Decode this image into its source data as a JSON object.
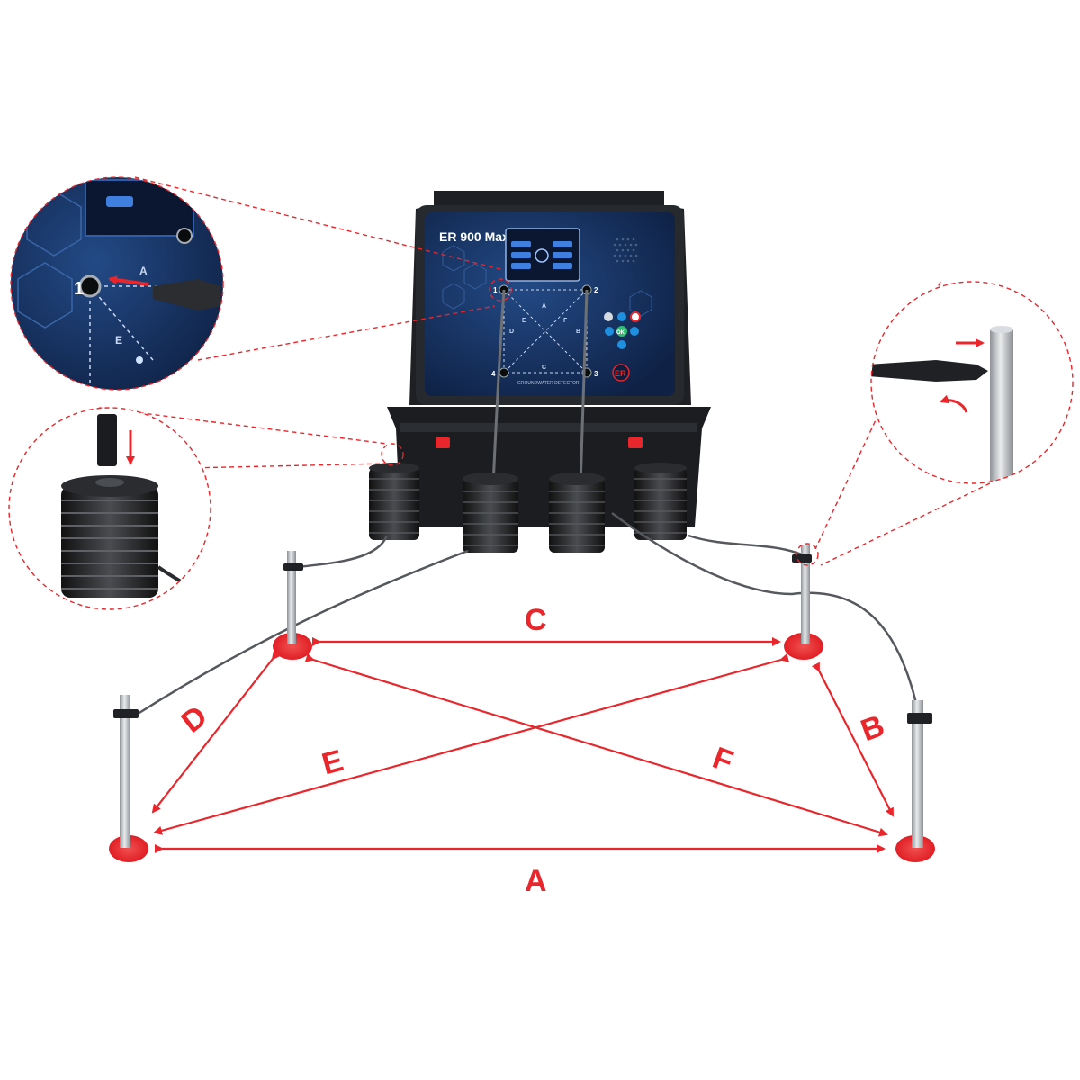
{
  "device": {
    "brand_logo": "ER 900 Max",
    "panel_caption": "GROUNDWATER DETECTOR",
    "brand_badge": "ER",
    "panel_labels": {
      "socket_1": "1",
      "socket_2": "2",
      "socket_3": "3",
      "socket_4": "4",
      "line_a": "A",
      "line_b": "B",
      "line_c": "C",
      "line_d": "D",
      "line_e": "E",
      "line_f": "F"
    },
    "screen_menu": [
      "",
      "",
      "",
      "",
      "",
      ""
    ],
    "keypad_center": "OK"
  },
  "callouts": {
    "panel_zoom": {
      "socket_label": "1",
      "line_label_a": "A",
      "line_label_e": "E"
    }
  },
  "field_layout": {
    "distance_labels": [
      "A",
      "B",
      "C",
      "D",
      "E",
      "F"
    ]
  },
  "colors": {
    "accent_red": "#e8262b",
    "panel_blue": "#1d3a6b",
    "case_black": "#1c1e21",
    "electrode_silver": "#c9ccd0"
  }
}
